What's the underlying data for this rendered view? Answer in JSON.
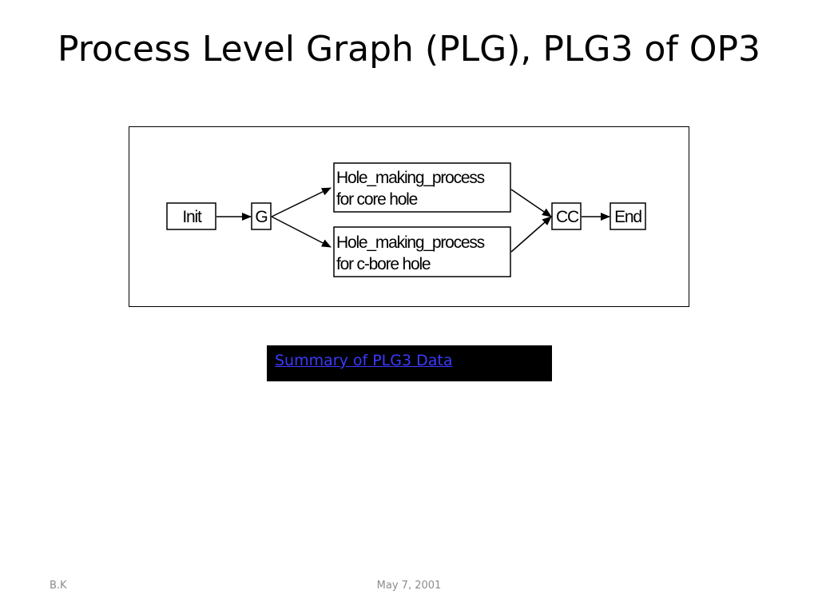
{
  "slide": {
    "title": "Process Level Graph (PLG), PLG3 of OP3",
    "link_text": "Summary of PLG3 Data"
  },
  "diagram": {
    "nodes": {
      "init": "Init",
      "g": "G",
      "hole_core_line1": "Hole_making_process",
      "hole_core_line2": "for core hole",
      "hole_cbore_line1": "Hole_making_process",
      "hole_cbore_line2": "for c-bore hole",
      "cc": "CC",
      "end": "End"
    },
    "edges": [
      {
        "from": "Init",
        "to": "G"
      },
      {
        "from": "G",
        "to": "Hole_making_process for core hole"
      },
      {
        "from": "G",
        "to": "Hole_making_process for c-bore hole"
      },
      {
        "from": "Hole_making_process for core hole",
        "to": "CC"
      },
      {
        "from": "Hole_making_process for c-bore hole",
        "to": "CC"
      },
      {
        "from": "CC",
        "to": "End"
      }
    ]
  },
  "footer": {
    "author": "B.K",
    "date": "May 7, 2001"
  }
}
